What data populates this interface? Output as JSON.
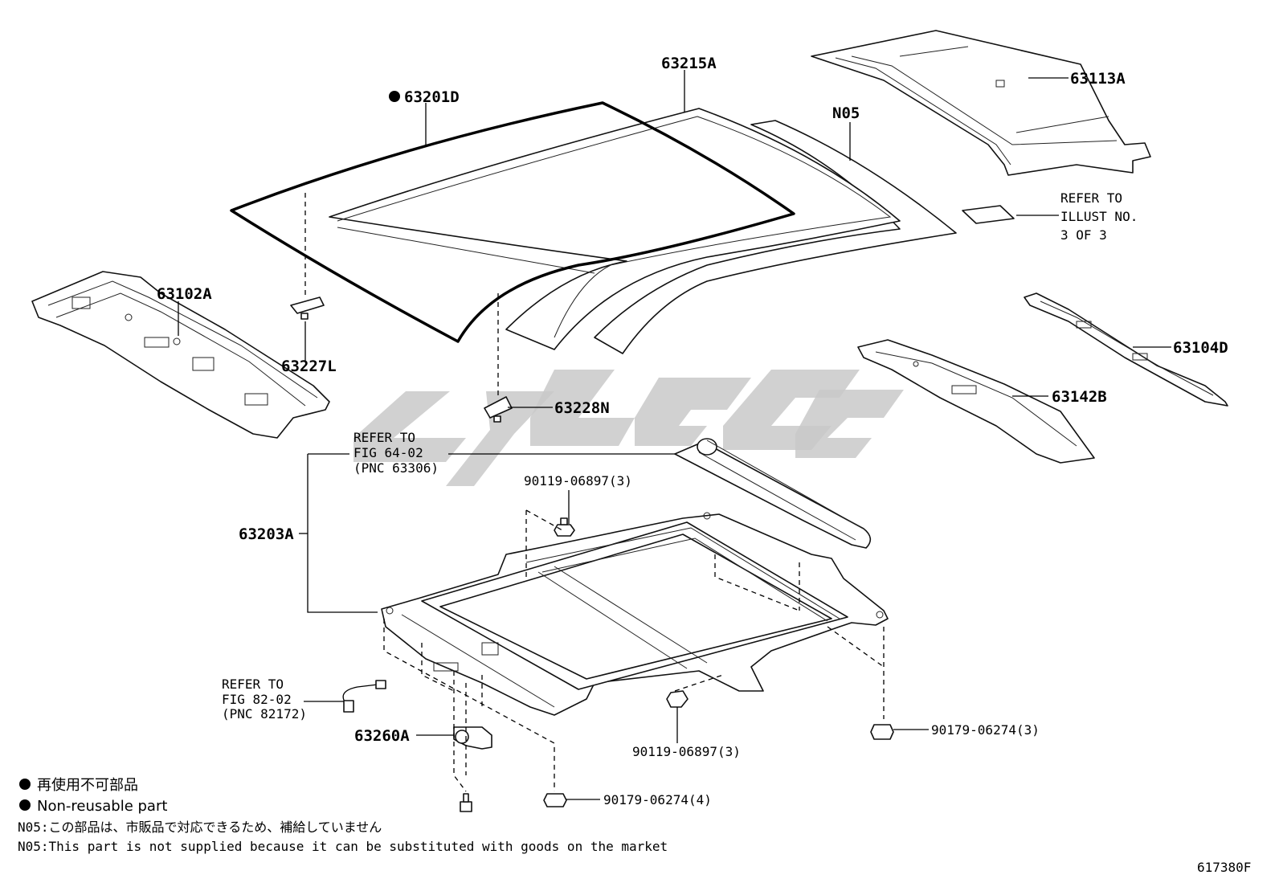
{
  "diagram_id": "617380F",
  "callouts": {
    "p63201D": "63201D",
    "p63215A": "63215A",
    "p63113A": "63113A",
    "pN05": "N05",
    "p63102A": "63102A",
    "p63227L": "63227L",
    "p63228N": "63228N",
    "p63104D": "63104D",
    "p63142B": "63142B",
    "p63203A": "63203A",
    "p63260A": "63260A",
    "bolt_top": "90119-06897(3)",
    "bolt_bottom": "90119-06897(3)",
    "nut_right": "90179-06274(3)",
    "nut_bottom": "90179-06274(4)"
  },
  "references": {
    "illust": [
      "REFER TO",
      "ILLUST NO.",
      "3 OF 3"
    ],
    "fig64": [
      "REFER TO",
      "FIG 64-02",
      "(PNC 63306)"
    ],
    "fig82": [
      "REFER TO",
      "FIG 82-02",
      "(PNC 82172)"
    ]
  },
  "legend": {
    "jp_symbol_text": "再使用不可部品",
    "en_symbol_text": "Non-reusable part",
    "n05_jp": "N05:この部品は、市販品で対応できるため、補給していません",
    "n05_en": "N05:This part is not supplied because it can be substituted with goods on the market"
  },
  "colors": {
    "line": "#000000",
    "watermark": "#c9c9c9",
    "background": "#ffffff"
  }
}
